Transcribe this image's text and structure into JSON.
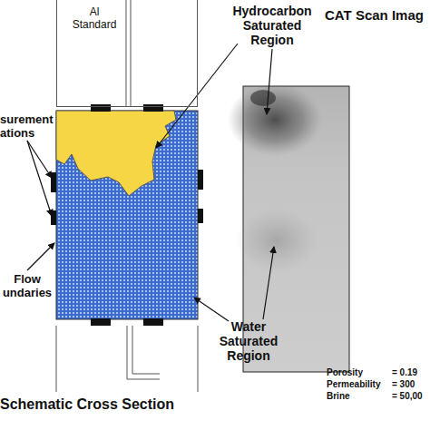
{
  "diagram": {
    "nodes": [
      {
        "text": [
          "Al Standard"
        ]
      }
    ],
    "labels": [
      "Hydrocarbon Saturated Region",
      "CAT Scan Imag",
      "surement ations",
      "Flow undaries",
      "Water Saturated Region",
      "Schematic Cross Section",
      "Porosity",
      "= 0.19",
      "Permeability",
      "= 300",
      "Brine",
      "= 50,00"
    ]
  }
}
